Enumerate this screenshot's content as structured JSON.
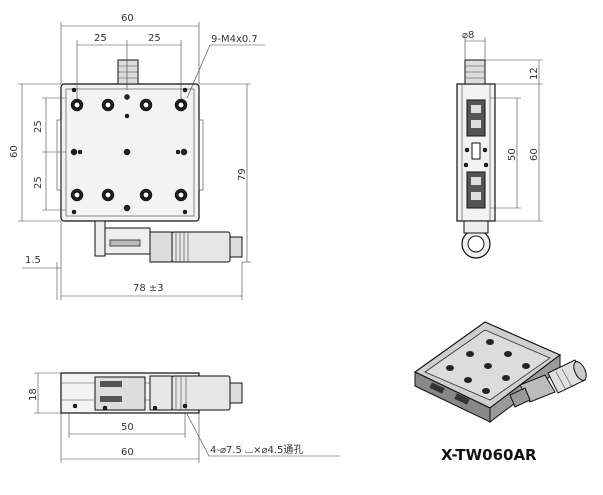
{
  "drawing": {
    "model": "X-TW060AR",
    "top_view": {
      "width_total": "60",
      "spacing_left": "25",
      "spacing_right": "25",
      "thread_callout": "9-M4x0.7",
      "height_left": "60",
      "vspacing_top": "25",
      "vspacing_bottom": "25",
      "height_right": "79",
      "offset": "1.5",
      "length_overall": "78 ±3"
    },
    "side_view": {
      "diameter": "⌀8",
      "knob_height": "12",
      "inner_span": "50",
      "outer_span": "60"
    },
    "front_view": {
      "height": "18",
      "hole_span": "50",
      "width": "60",
      "hole_callout": "4-⌀7.5 ⌴×⌀4.5通孔"
    }
  }
}
